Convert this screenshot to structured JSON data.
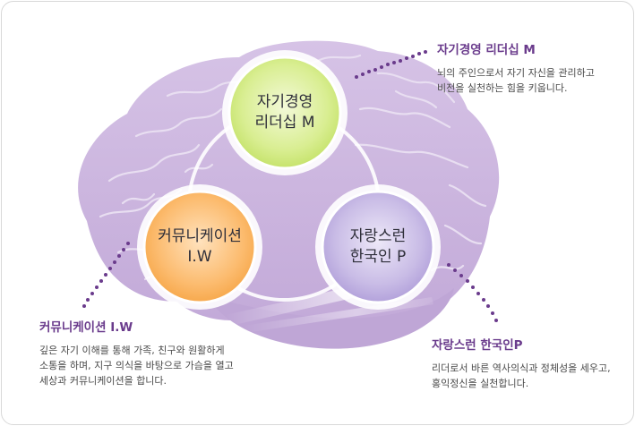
{
  "circles": {
    "top": {
      "line1": "자기경영",
      "line2": "리더십 M"
    },
    "left": {
      "line1": "커뮤니케이션",
      "line2": "I.W"
    },
    "right": {
      "line1": "자랑스런",
      "line2": "한국인 P"
    }
  },
  "descriptions": {
    "top_right": {
      "title": "자기경영 리더십 M",
      "lines": [
        "뇌의 주인으로서 자기 자신을 관리하고",
        "비전을 실천하는 힘을 키웁니다."
      ]
    },
    "bottom_left": {
      "title": "커뮤니케이션 I.W",
      "lines": [
        "깊은 자기 이해를 통해 가족, 친구와 원활하게",
        "소통을 하며, 지구 의식을 바탕으로 가슴을 열고",
        "세상과 커뮤니케이션을 합니다."
      ]
    },
    "bottom_right": {
      "title": "자랑스런 한국인P",
      "lines": [
        "리더로서 바른 역사의식과 정체성을 세우고,",
        "홍익정신을 실천합니다."
      ]
    }
  },
  "colors": {
    "brain": "#c9b3dc",
    "brain_fold": "#e4d8ee",
    "green_circle": "#d6ec8c",
    "orange_circle": "#fbbd73",
    "purple_circle": "#c5b7e3",
    "title_purple": "#6a3b8c"
  }
}
